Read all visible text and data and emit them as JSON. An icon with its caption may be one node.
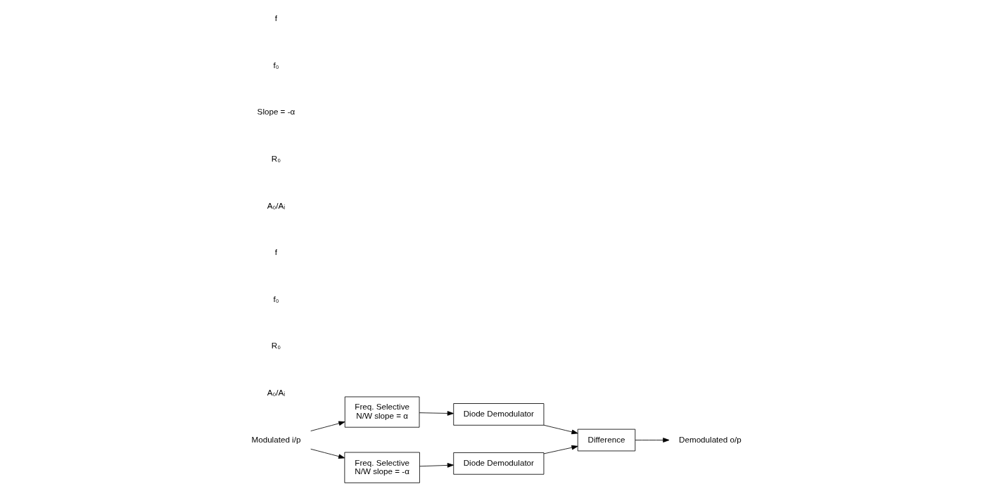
{
  "diagram": {
    "nodes": [
      {
        "text": [
          "Modulated i/p"
        ]
      },
      {
        "text": [
          "Freq. Selective",
          "N/W slope = α"
        ]
      },
      {
        "text": [
          "Diode Demodulator"
        ]
      },
      {
        "text": [
          "Freq. Selective",
          "N/W slope = -α"
        ]
      },
      {
        "text": [
          "Diode Demodulator"
        ]
      },
      {
        "text": [
          "Difference"
        ]
      },
      {
        "text": [
          "Demodulated o/p"
        ]
      }
    ],
    "edges": [
      {
        "from": 0,
        "to": 1,
        "arrow": "to"
      },
      {
        "from": 0,
        "to": 3,
        "arrow": "to"
      },
      {
        "from": 1,
        "to": 2,
        "arrow": "to"
      },
      {
        "from": 3,
        "to": 4,
        "arrow": "to"
      },
      {
        "from": 2,
        "to": 5,
        "arrow": "to"
      },
      {
        "from": 4,
        "to": 5,
        "arrow": "to"
      },
      {
        "from": 5,
        "to": 6,
        "arrow": "to"
      }
    ],
    "labels": [
      "A₀/Aᵢ",
      "R₀",
      "f₀",
      "f",
      "A₀/Aᵢ",
      "R₀",
      "Slope = -α",
      "f₀",
      "f"
    ]
  }
}
